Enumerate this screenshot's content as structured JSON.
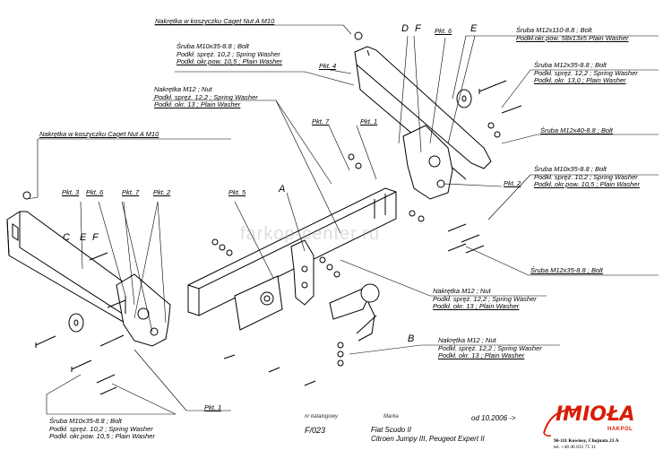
{
  "watermark": "farkop-center.ru",
  "callouts": {
    "nut_caget_top": "Nakrętka w koszyczku Caget Nut A M10",
    "nut_caget_left": "Nakrętka w koszyczku Caget Nut A M10",
    "bolt_m10x35_top": [
      "Śruba M10x35-8.8 ; Bolt",
      "Podkł. spręż. 10,2 ; Spring Washer",
      "Podkł. okr.pow. 10,5 ; Plain Washer"
    ],
    "nut_m12_left": [
      "Nakrętka M12 ; Nut",
      "Podkł. spręż. 12,2 ; Spring Washer",
      "Podkł. okr. 13 ; Plain Washer"
    ],
    "bolt_m12x110": [
      "Śruba M12x110-8.8 ; Bolt",
      "Podkł.okr.pow. 58x13x5 Plain Washer"
    ],
    "bolt_m12x35_top": [
      "Śruba M12x35-8.8 ; Bolt",
      "Podkł. spręż. 12,2 ; Spring Washer",
      "Podkł. okr. 13,0 ; Plain Washer"
    ],
    "bolt_m12x40": "Śruba M12x40-8.8 ; Bolt",
    "bolt_m10x35_right": [
      "Śruba M10x35-8.8 ; Bolt",
      "Podkł. spręż. 10,2 ; Spring Washer",
      "Podkł. okr.pow. 10,5 ; Plain Washer"
    ],
    "bolt_m12x35_right": "Śruba M12x35-8.8 ; Bolt",
    "nut_m12_mid": [
      "Nakrętka M12 ; Nut",
      "Podkł. spręż. 12,2 ; Spring Washer",
      "Podkł. okr. 13 ; Plain Washer"
    ],
    "nut_m12_low": [
      "Nakrętka M12 ; Nut",
      "Podkł. spręż. 12,2 ; Spring Washer",
      "Podkł. okr. 13 ; Plain Washer"
    ],
    "bolt_m10x35_bottom": [
      "Śruba M10x35-8.8 ; Bolt",
      "Podkł. spręż. 10,2 ; Spring Washer",
      "Podkł. okr.pow. 10,5 ; Plain Washer"
    ]
  },
  "points": {
    "pkt1_top": "Pkt. 1",
    "pkt1_bottom": "Pkt. 1",
    "pkt2_right": "Pkt. 2",
    "pkt2_left": "Pkt. 2",
    "pkt3": "Pkt. 3",
    "pkt4": "Pkt. 4",
    "pkt5": "Pkt. 5",
    "pkt6_top": "Pkt. 6",
    "pkt6_left": "Pkt. 6",
    "pkt7_top": "Pkt. 7",
    "pkt7_left": "Pkt. 7"
  },
  "letters": {
    "A": "A",
    "B": "B",
    "C": "C",
    "D": "D",
    "E_top": "E",
    "F_top": "F",
    "E_left": "E",
    "F_left": "F"
  },
  "title_block": {
    "catalog_label": "nr katalogowy",
    "catalog_value": "F/023",
    "brand_label": "Marka",
    "model_line1": "Fiat Scudo II",
    "model_line2": "Citroen Jumpy III, Peugeot Expert II",
    "date": "od 10.2006 ->",
    "logo": "IMIOŁA",
    "logo_sub": "HAKPOL",
    "address_line1": "96-111 Kowiesy, Chojnata 23 A",
    "address_line2": "tel. +48 46 831 75 31"
  }
}
